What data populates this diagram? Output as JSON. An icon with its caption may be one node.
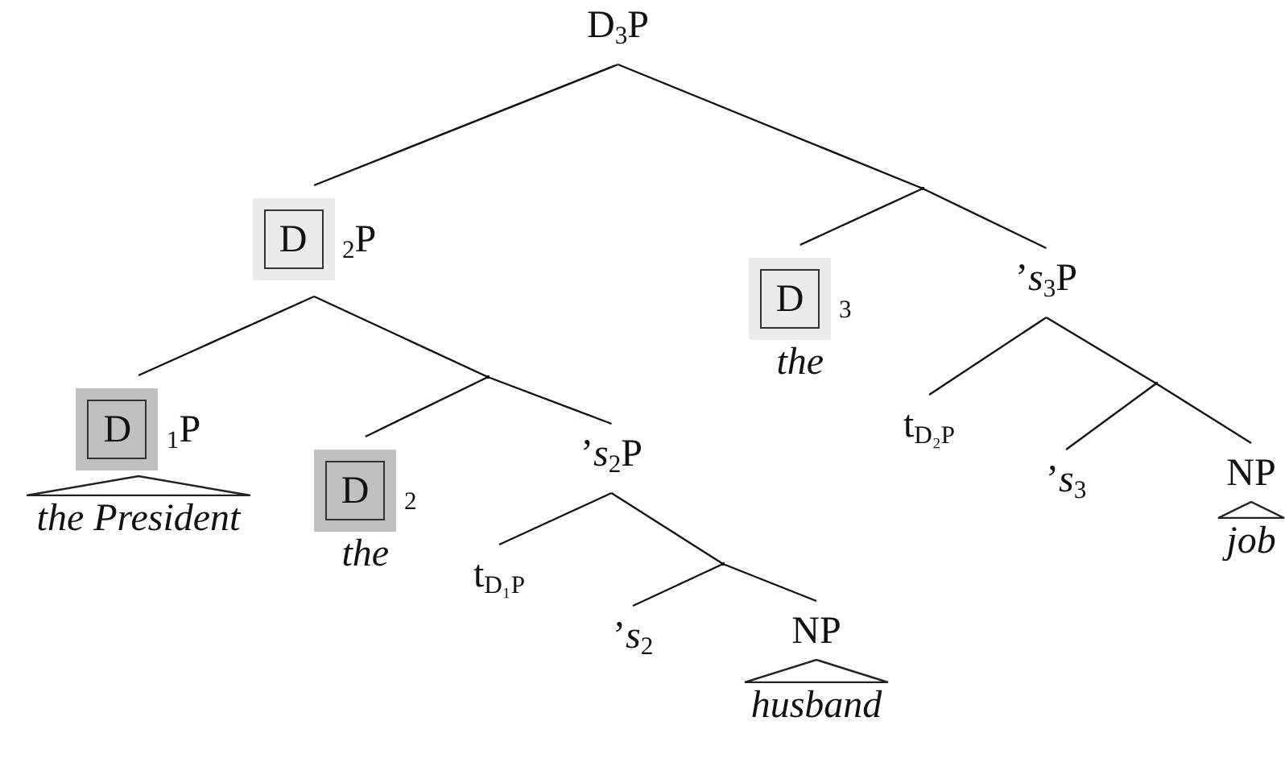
{
  "diagram": {
    "nodes": [
      {
        "text": [
          "D$_{3}$P"
        ]
      },
      {
        "text": [
          "D",
          "$_{2}$P"
        ]
      },
      {
        "text": [],
        "shape": "point"
      },
      {
        "text": [
          "D",
          "$_{3}$"
        ],
        "beside": [
          "the"
        ]
      },
      {
        "text": [
          "’*s*$_{3}$P"
        ]
      },
      {
        "text": [
          "D",
          "$_{1}$P"
        ],
        "beside": [
          "the President"
        ]
      },
      {
        "text": [],
        "shape": "point"
      },
      {
        "text": [
          "D",
          "$_{2}$"
        ],
        "beside": [
          "the"
        ]
      },
      {
        "text": [
          "’*s*$_{2}$P"
        ]
      },
      {
        "text": [
          "t$_{D₂P}$"
        ]
      },
      {
        "text": [],
        "shape": "point"
      },
      {
        "text": [
          "’*s*$_{3}$"
        ]
      },
      {
        "text": [
          "NP"
        ],
        "beside": [
          "job"
        ]
      },
      {
        "text": [
          "t$_{D₁P}$"
        ]
      },
      {
        "text": [],
        "shape": "point"
      },
      {
        "text": [
          "’*s*$_{2}$"
        ]
      },
      {
        "text": [
          "NP"
        ],
        "beside": [
          "husband"
        ]
      }
    ],
    "edges": [
      {
        "from": 0,
        "to": 1,
        "arrow": "none"
      },
      {
        "from": 0,
        "to": 2,
        "arrow": "none"
      },
      {
        "from": 2,
        "to": 3,
        "arrow": "none"
      },
      {
        "from": 2,
        "to": 4,
        "arrow": "none"
      },
      {
        "from": 1,
        "to": 5,
        "arrow": "none"
      },
      {
        "from": 1,
        "to": 6,
        "arrow": "none"
      },
      {
        "from": 6,
        "to": 7,
        "arrow": "none"
      },
      {
        "from": 6,
        "to": 8,
        "arrow": "none"
      },
      {
        "from": 4,
        "to": 9,
        "arrow": "none"
      },
      {
        "from": 4,
        "to": 10,
        "arrow": "none"
      },
      {
        "from": 10,
        "to": 11,
        "arrow": "none"
      },
      {
        "from": 10,
        "to": 12,
        "arrow": "none"
      },
      {
        "from": 8,
        "to": 13,
        "arrow": "none"
      },
      {
        "from": 8,
        "to": 14,
        "arrow": "none"
      },
      {
        "from": 14,
        "to": 15,
        "arrow": "none"
      },
      {
        "from": 14,
        "to": 16,
        "arrow": "none"
      }
    ]
  }
}
